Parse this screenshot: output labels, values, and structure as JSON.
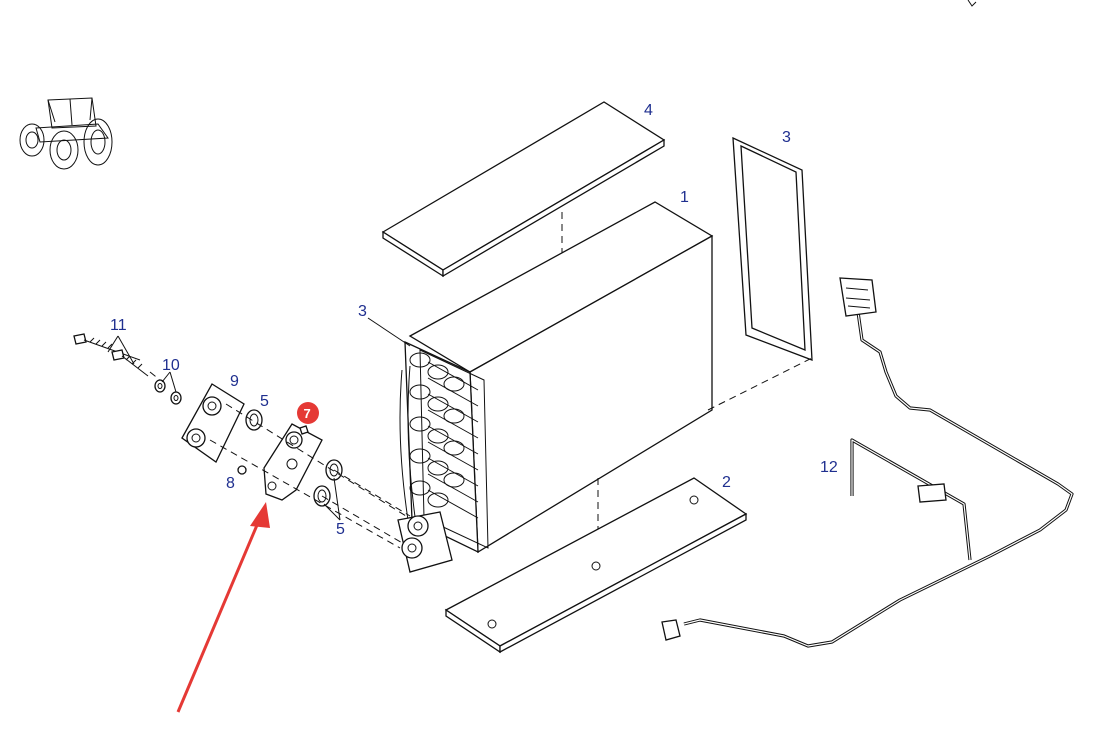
{
  "callouts": {
    "c1": "1",
    "c2": "2",
    "c3a": "3",
    "c3b": "3",
    "c4": "4",
    "c5a": "5",
    "c5b": "5",
    "c7": "7",
    "c8": "8",
    "c9": "9",
    "c10": "10",
    "c11": "11",
    "c12": "12"
  },
  "highlight_color": "#e53935",
  "callout_color": "#1f2f8f",
  "icons": {
    "vehicle": "tractor-icon",
    "cursor": "cursor-arrow-icon"
  }
}
